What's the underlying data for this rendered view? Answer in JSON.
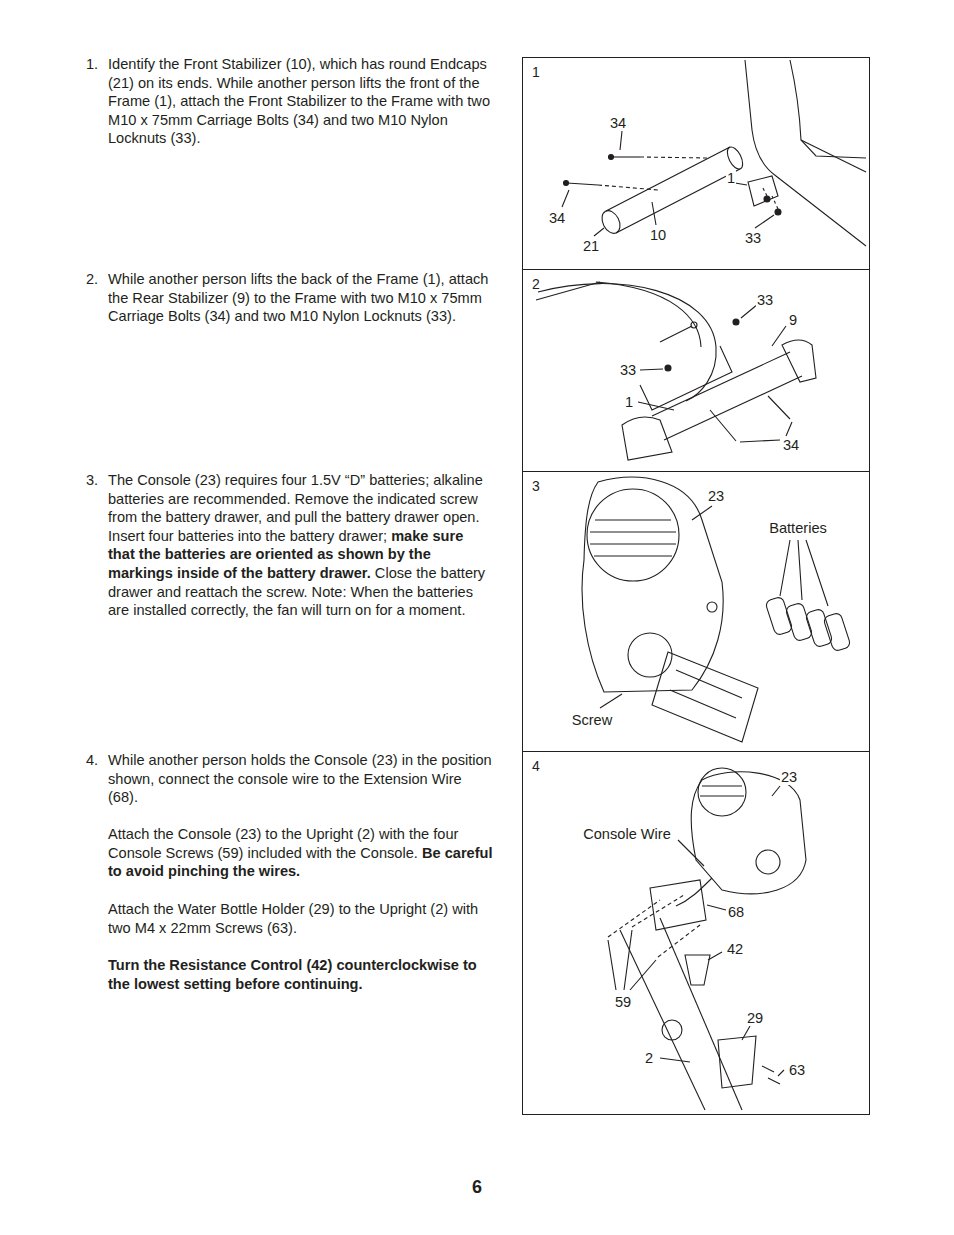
{
  "diagram": {
    "nodes": [
      {
        "text": [
          "1"
        ]
      },
      {
        "text": [
          "2"
        ]
      },
      {
        "text": [
          "3"
        ]
      },
      {
        "text": [
          "4"
        ]
      }
    ],
    "labels": [
      "1.",
      "Identify the Front Stabilizer (10), which has round Endcaps (21) on its ends. While another person lifts the front of the Frame (1), attach the Front Stabilizer to the Frame with two M10 x 75mm Carriage Bolts (34) and two M10 Nylon Locknuts (33).",
      "2.",
      "While another person lifts the back of the Frame (1), attach the Rear Stabilizer (9) to the Frame with two M10 x 75mm Carriage Bolts (34) and two M10 Nylon Locknuts (33).",
      "3.",
      "The Console (23) requires four 1.5V “D” batteries; alkaline batteries are recommended. Remove the indicated screw from the battery drawer, and pull the battery drawer open. Insert four batteries into the battery drawer;",
      "make sure that the batteries are oriented as shown by the markings inside of the battery drawer.",
      "Close the battery drawer and reattach the screw. Note: When the batteries are installed correctly, the fan will turn on for a moment.",
      "4.",
      "While another person holds the Console (23) in the position shown, connect the console wire to the Extension Wire (68).",
      "Attach the Console (23) to the Upright (2) with the four Console Screws (59) included with the Console.",
      "Be careful to avoid pinching the wires.",
      "Attach the Water Bottle Holder (29) to the Upright (2) with two M4 x 22mm Screws (63).",
      "Turn the Resistance Control (42) counterclockwise to the lowest setting before continuing.",
      "6",
      "34",
      "1",
      "34",
      "10",
      "21",
      "33",
      "33",
      "9",
      "33",
      "1",
      "34",
      "23",
      "Batteries",
      "Screw",
      "23",
      "Console Wire",
      "68",
      "42",
      "59",
      "29",
      "2",
      "63"
    ]
  }
}
